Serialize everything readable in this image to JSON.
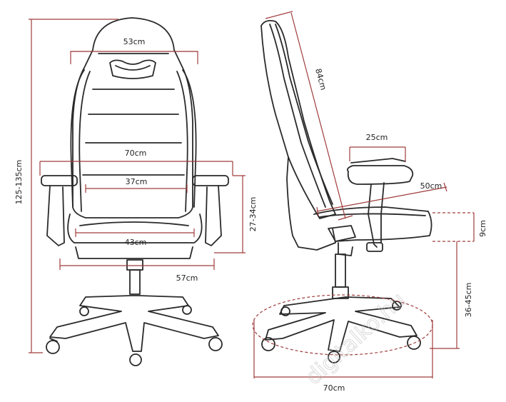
{
  "front": {
    "height": "125-135cm",
    "headrest_width": "53cm",
    "back_width": "70cm",
    "lumbar_width": "37cm",
    "seat_width": "43cm",
    "base_width": "57cm",
    "armrest_height": "27-34cm"
  },
  "side": {
    "backrest_height": "84cm",
    "armrest_length": "25cm",
    "seat_depth": "50cm",
    "cushion_height": "9cm",
    "seat_height": "36-45cm",
    "base_diameter": "70cm"
  },
  "watermark": "digitalko.hu",
  "colors": {
    "dimension": "#a03c3c",
    "outline": "#2a2a2a"
  }
}
